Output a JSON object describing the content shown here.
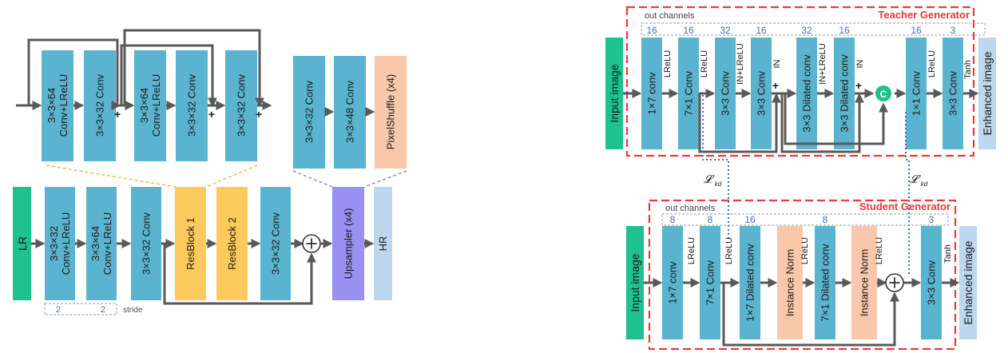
{
  "left_diagram": {
    "resblock_detail": {
      "blocks": [
        "3×3×64\nConv+LReLU",
        "3×3×32 Conv",
        "3×3×64\nConv+LReLU",
        "3×3×32 Conv",
        "3×3×32 Conv"
      ]
    },
    "upsampler_detail": {
      "blocks": [
        "3×3×32 Conv",
        "3×3×48 Conv",
        "PixelShuffle (x4)"
      ]
    },
    "main": {
      "input": "LR",
      "blocks": [
        "3×3×32\nConv+LReLU",
        "3×3×64\nConv+LReLU",
        "3×3×32 Conv",
        "ResBlock 1",
        "ResBlock 2",
        "3×3×32 Conv",
        "Upsampler (x4)",
        "HR"
      ],
      "stride_values": [
        "2",
        "2"
      ],
      "stride_label": "stride"
    }
  },
  "teacher": {
    "title": "Teacher Generator",
    "out_channels_label": "out channels",
    "channels": [
      "16",
      "16",
      "32",
      "16",
      "32",
      "16",
      "16",
      "3"
    ],
    "input": "Input image",
    "output": "Enhanced image",
    "blocks": [
      "1×7 conv",
      "7×1 Conv",
      "3×3 Conv",
      "3×3 Conv",
      "3×3 Dilated conv",
      "3×3 Dilated conv",
      "1×1 Conv",
      "3×3 Conv"
    ],
    "activations": [
      "LReLU",
      "LReLU",
      "IN+LReLU",
      "IN",
      "IN+LReLU",
      "IN",
      "LReLU",
      "Tanh"
    ],
    "concat_symbol": "C",
    "plus_symbol": "+"
  },
  "kd_label": "𝓛",
  "kd_sub": "kd",
  "student": {
    "title": "Student Generator",
    "out_channels_label": "out channels",
    "channels": [
      "8",
      "8",
      "16",
      "8",
      "3"
    ],
    "input": "Input image",
    "output": "Enhanced image",
    "blocks": [
      "1×7 conv",
      "7×1 Conv",
      "1×7 Dilated conv",
      "Instance Norm",
      "7×1 Dilated conv",
      "Instance Norm",
      "3×3 Conv"
    ],
    "activations": [
      "LReLU",
      "LReLU",
      "LReLU",
      "LReLU",
      "Tanh"
    ]
  },
  "colors": {
    "conv": "#5ab4cf",
    "input": "#1fc28f",
    "resblock": "#fcc95c",
    "upsampler": "#9891f2",
    "hr": "#bcd7ee",
    "pixelshuffle": "#f9c7a9",
    "instancenorm": "#f9c7a9",
    "output": "#bcd7ee",
    "arrow": "#595959",
    "frame": "#ea3b3b",
    "orange_dash": "#f0b030",
    "purple_dash": "#7c7ae6",
    "blue_dot": "#3b6cc4",
    "channel_text": "#4a6fa5",
    "title_red": "#e53935",
    "concat": "#22c08a"
  }
}
